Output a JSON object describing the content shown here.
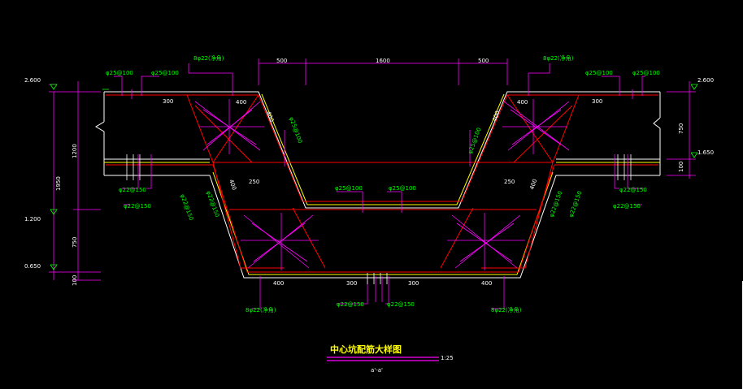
{
  "title": "中心坑配筋大样图",
  "scale": "1:25",
  "section": "a'-a'",
  "top_dims": [
    "500",
    "1600",
    "500"
  ],
  "elevations": {
    "left_top": "2.600",
    "left_mid": "1.200",
    "left_bot": "0.650",
    "right_top": "2.600",
    "right_mid": "1.650"
  },
  "left_dims": {
    "outer": "1950",
    "upper": "1200",
    "lower": "750",
    "bottom": "100"
  },
  "right_dims": {
    "upper": "750",
    "lower": "100"
  },
  "rebar_labels": {
    "top_left_a": "φ25@100",
    "top_left_b": "φ25@100",
    "top_left_c": "8φ22(净角)",
    "top_right_a": "8φ22(净角)",
    "top_right_b": "φ25@100",
    "top_right_c": "φ25@100",
    "slope_left": "φ25@100",
    "slope_right": "φ25@100",
    "mid_left": "φ25@100",
    "mid_right": "φ25@100",
    "left_150_a": "φ22@150",
    "left_150_b": "φ22@150",
    "left_150_c": "φ22@150",
    "left_150_d": "φ22@150",
    "right_150_a": "φ22@150",
    "right_150_b": "φ22@150",
    "right_150_c": "φ22@150",
    "right_150_d": "φ22@150",
    "bot_left_150": "φ22@150",
    "bot_right_150": "φ22@150",
    "bot_left_corner": "8φ22(净角)",
    "bot_right_corner": "8φ22(净角)"
  },
  "inner_dims": {
    "d300_left": "300",
    "d400_left": "400",
    "d300_right": "300",
    "d400_right": "400",
    "d400_slope_l": "400",
    "d400_slope_r": "400",
    "d250_l": "250",
    "d250_r": "250",
    "d400_l2": "400",
    "d400_r2": "400",
    "d400_bl": "400",
    "d300_bl": "300",
    "d300_br": "300",
    "d400_br": "400"
  },
  "colors": {
    "background": "#000000",
    "outline": "#ffffff",
    "rebar": "#ff0000",
    "magenta": "#ff00ff",
    "yellow": "#ffff00",
    "green": "#00ff00",
    "cyan": "#00ffff"
  }
}
